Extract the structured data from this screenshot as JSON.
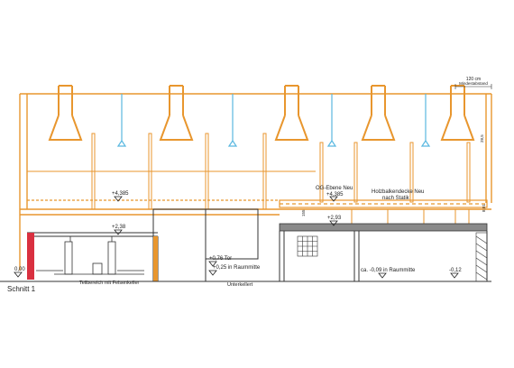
{
  "title": "Schnitt 1",
  "colors": {
    "timber": "#e8962e",
    "structure": "#333333",
    "pipe": "#5ab8e0",
    "wall_hatch": "#d93040",
    "gray_slab": "#8a8a8a",
    "level_marker": "#222222"
  },
  "dimension_note": {
    "value": "120 cm",
    "label": "Mindestabstand"
  },
  "right_dim_upper": "28,5",
  "right_dim_lower": "8,01",
  "left_dim": "155",
  "levels": {
    "og_left": "+4,385",
    "og_center_label": "OG-Ebene Neu",
    "og_center": "+4,385",
    "left_mid": "+2,38",
    "center_mid": "+2,93",
    "ground_left": "0,00",
    "tor": "+0,76 Tor",
    "raummitte": "+0,25 in Raummitte",
    "right_room": "ca. -0,09 in Raummitte",
    "right_far": "-0,12"
  },
  "labels": {
    "holzbalken_1": "Holzbalkendecke Neu",
    "holzbalken_2": "nach Statik",
    "teilbereich": "Teilbereich mit Felsenkeller",
    "unterkellert": "Unterkellert"
  },
  "lamps": 5,
  "drops": 4
}
